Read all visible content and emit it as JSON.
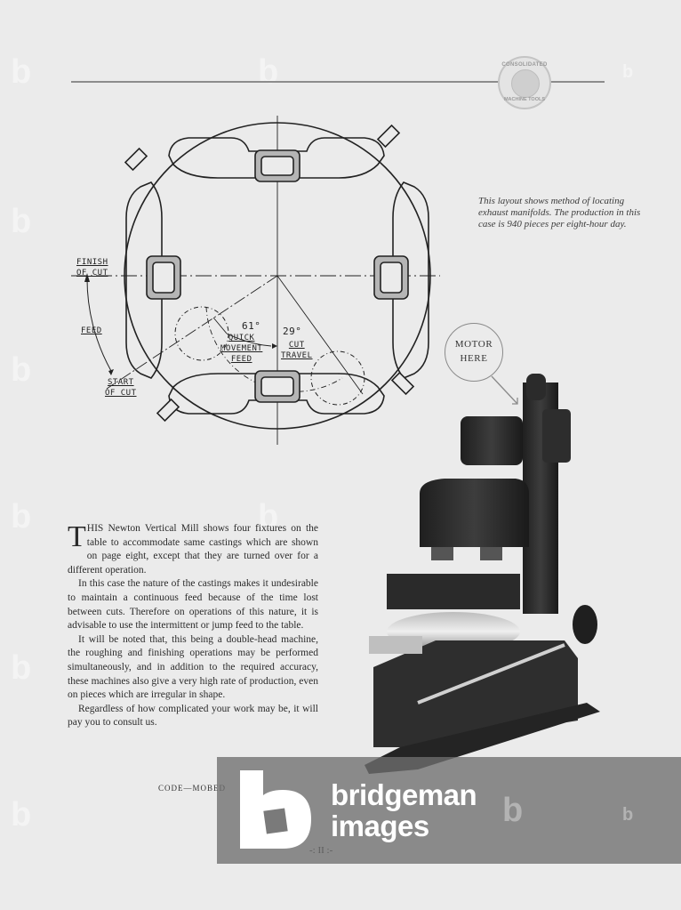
{
  "header": {
    "seal": {
      "top_text": "CONSOLIDATED",
      "bottom_text": "MACHINE TOOLS"
    }
  },
  "diagram": {
    "caption": "This layout shows method of locating exhaust manifolds. The production in this case is 940 pieces per eight-hour day.",
    "labels": {
      "finish_of_cut_1": "FINISH",
      "finish_of_cut_2": "OF CUT",
      "feed": "FEED",
      "start_of_cut_1": "START",
      "start_of_cut_2": "OF CUT",
      "angle_quick": "61°",
      "quick_1": "QUICK",
      "quick_2": "MOVEMENT",
      "quick_3": "FEED",
      "angle_cut": "29°",
      "cut_1": "CUT",
      "cut_2": "TRAVEL"
    }
  },
  "photo": {
    "callout_line1": "MOTOR",
    "callout_line2": "HERE"
  },
  "body": {
    "dropcap": "T",
    "p1": "HIS Newton Vertical Mill shows four fixtures on the table to accommodate same castings which are shown on page eight, except that they are turned over for a different operation.",
    "p2": "In this case the nature of the castings makes it undesirable to maintain a continuous feed because of the time lost between cuts. Therefore on operations of this nature, it is advisable to use the intermittent or jump feed to the table.",
    "p3": "It will be noted that, this being a double-head machine, the roughing and finishing operations may be performed simultaneously, and in addition to the required accuracy, these machines also give a very high rate of production, even on pieces which are irregular in shape.",
    "p4": "Regardless of how complicated your work may be, it will pay you to consult us.",
    "code": "CODE—MOBED"
  },
  "footer": {
    "page_number": "-: II :-"
  },
  "watermark": {
    "line1": "bridgeman",
    "line2": "images",
    "band_color": "#6e6e6e"
  }
}
